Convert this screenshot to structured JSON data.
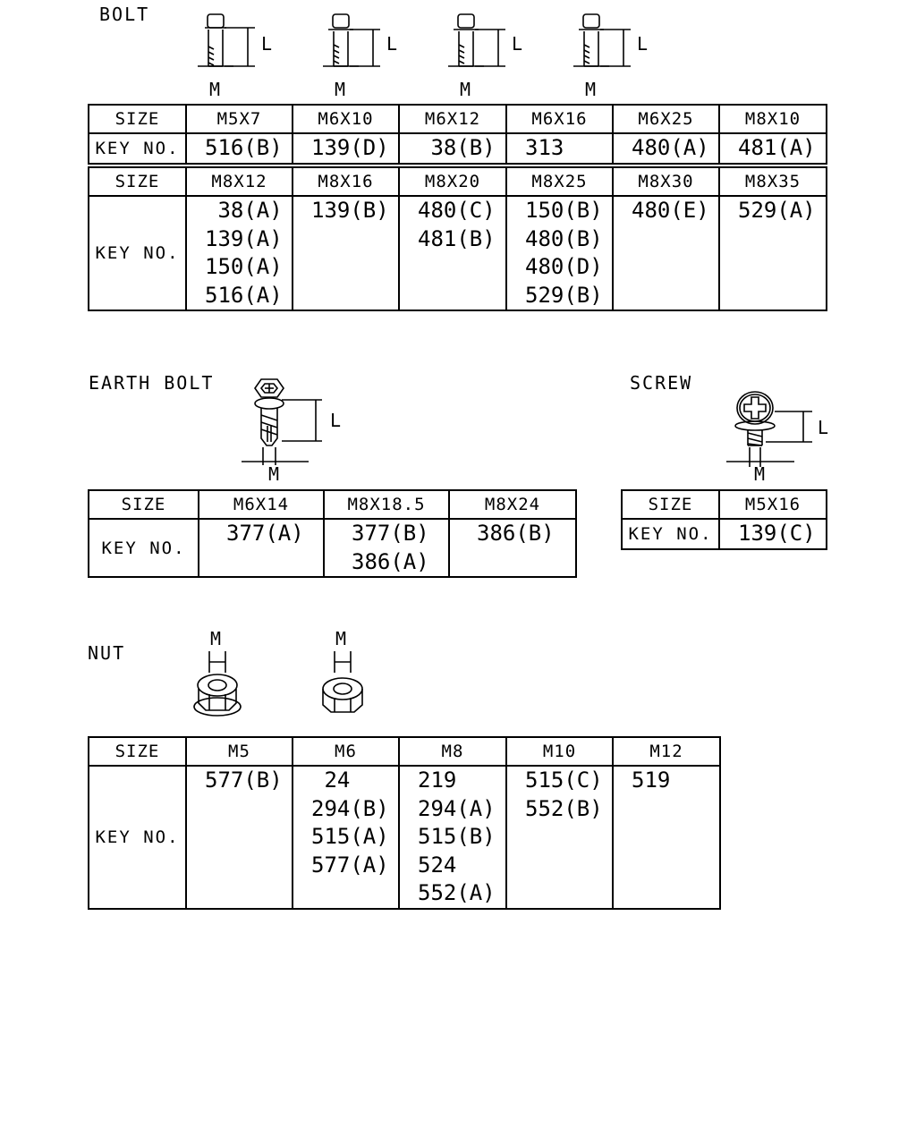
{
  "bolt": {
    "title": "BOLT",
    "dim_l": "L",
    "dim_m": "M",
    "table1": {
      "size_label": "SIZE",
      "key_label": "KEY NO.",
      "sizes": [
        "M5X7",
        "M6X10",
        "M6X12",
        "M6X16",
        "M6X25",
        "M8X10"
      ],
      "keys": [
        "516(B)",
        "139(D)",
        " 38(B)",
        "313",
        "480(A)",
        "481(A)"
      ]
    },
    "table2": {
      "size_label": "SIZE",
      "key_label": "KEY NO.",
      "sizes": [
        "M8X12",
        "M8X16",
        "M8X20",
        "M8X25",
        "M8X30",
        "M8X35"
      ],
      "keys": [
        [
          " 38(A)",
          "139(A)",
          "150(A)",
          "516(A)"
        ],
        [
          "139(B)"
        ],
        [
          "480(C)",
          "481(B)"
        ],
        [
          "150(B)",
          "480(B)",
          "480(D)",
          "529(B)"
        ],
        [
          "480(E)"
        ],
        [
          "529(A)"
        ]
      ]
    }
  },
  "earth_bolt": {
    "title": "EARTH BOLT",
    "dim_l": "L",
    "dim_m": "M",
    "table": {
      "size_label": "SIZE",
      "key_label": "KEY NO.",
      "sizes": [
        "M6X14",
        "M8X18.5",
        "M8X24"
      ],
      "keys": [
        [
          "377(A)"
        ],
        [
          "377(B)",
          "386(A)"
        ],
        [
          "386(B)"
        ]
      ]
    }
  },
  "screw": {
    "title": "SCREW",
    "dim_l": "L",
    "dim_m": "M",
    "table": {
      "size_label": "SIZE",
      "key_label": "KEY NO.",
      "sizes": [
        "M5X16"
      ],
      "keys": [
        "139(C)"
      ]
    }
  },
  "nut": {
    "title": "NUT",
    "dim_m": "M",
    "table": {
      "size_label": "SIZE",
      "key_label": "KEY NO.",
      "sizes": [
        "M5",
        "M6",
        "M8",
        "M10",
        "M12"
      ],
      "keys": [
        [
          "577(B)"
        ],
        [
          " 24",
          "294(B)",
          "515(A)",
          "577(A)"
        ],
        [
          "219",
          "294(A)",
          "515(B)",
          "524",
          "552(A)"
        ],
        [
          "515(C)",
          "552(B)"
        ],
        [
          "519"
        ]
      ]
    }
  }
}
